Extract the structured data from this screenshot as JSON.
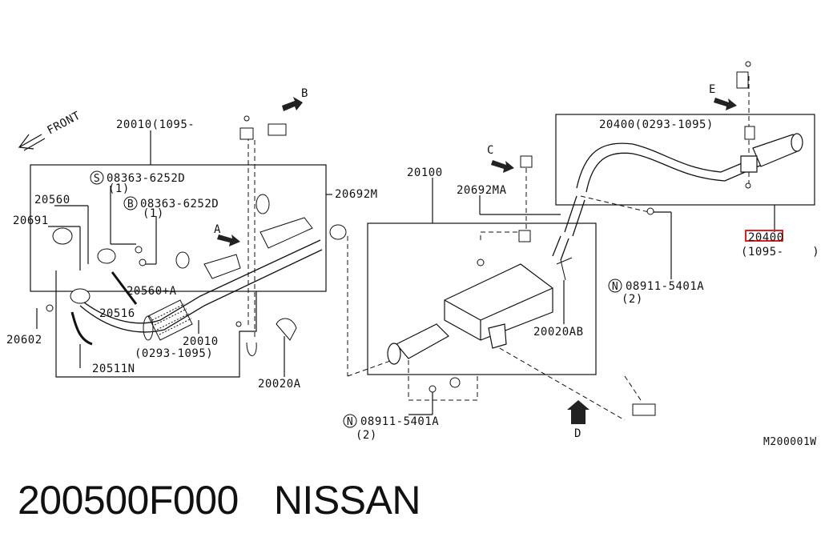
{
  "labels": {
    "front": "FRONT",
    "p20010_top": "20010(1095-",
    "s_bolt": "08363-6252D",
    "s_qty": "(1)",
    "b_bolt": "08363-6252D",
    "b_qty": "(1)",
    "p20560": "20560",
    "p20691": "20691",
    "p20560a": "20560+A",
    "p20516": "20516",
    "p20602": "20602",
    "p20511n": "20511N",
    "p20010": "20010",
    "p20010_range": "(0293-1095)",
    "p20020a": "20020A",
    "p20692m": "20692M",
    "p20100": "20100",
    "p20692ma": "20692MA",
    "p20020ab": "20020AB",
    "n_nut1": "08911-5401A",
    "n_qty1": "(2)",
    "n_nut2": "08911-5401A",
    "n_qty2": "(2)",
    "p20400_top": "20400(0293-1095)",
    "p20400_hl": "20400",
    "p20400_range": "(1095-    )",
    "view_b": "B",
    "view_a": "A",
    "view_c": "C",
    "view_d": "D",
    "view_e": "E",
    "s_mark": "S",
    "b_mark": "B",
    "n_mark": "N",
    "ref_code": "M200001W"
  },
  "footer": {
    "part_number": "200500F000",
    "brand": "NISSAN"
  },
  "colors": {
    "highlight": "#e02020",
    "ink": "#111111"
  }
}
